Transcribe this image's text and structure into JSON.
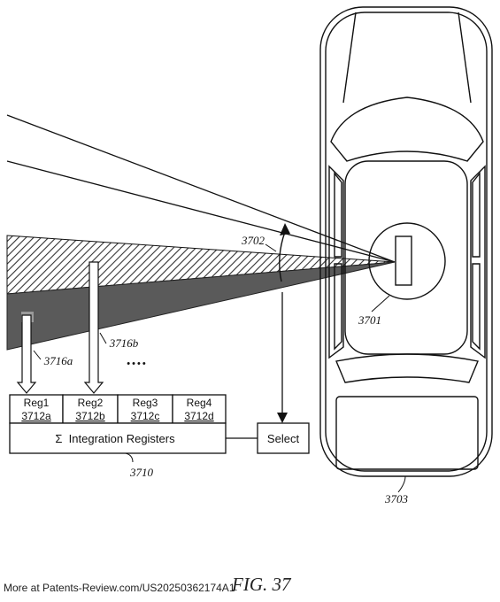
{
  "figure": {
    "label": "FIG. 37",
    "footer": "More at Patents-Review.com/US20250362174A1"
  },
  "labels": {
    "vehicle": "3703",
    "sensor": "3701",
    "beam_angle": "3702",
    "integration_block": "3710",
    "arrow_a": "3716a",
    "arrow_b": "3716b",
    "ellipsis": "••••"
  },
  "registers": {
    "cells": [
      {
        "name": "Reg1",
        "ref": "3712a"
      },
      {
        "name": "Reg2",
        "ref": "3712b"
      },
      {
        "name": "Reg3",
        "ref": "3712c"
      },
      {
        "name": "Reg4",
        "ref": "3712d"
      }
    ],
    "integration_label": "Σ  Integration Registers",
    "select_label": "Select"
  }
}
